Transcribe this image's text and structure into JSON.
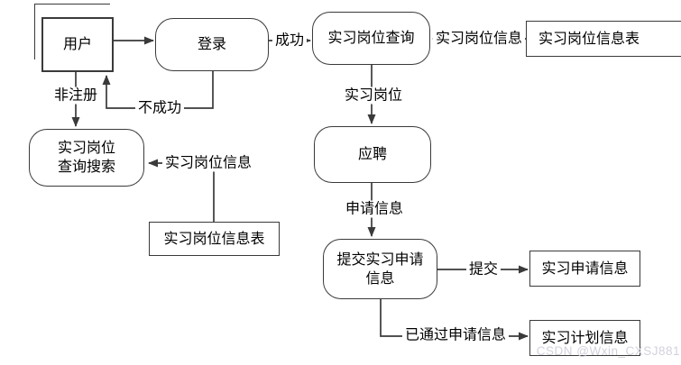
{
  "colors": {
    "background": "#ffffff",
    "line": "#3a3a3a",
    "text": "#000000",
    "watermark": "#d2d2dc"
  },
  "nodes": {
    "user": {
      "label": "用户"
    },
    "login": {
      "label": "登录"
    },
    "job_query": {
      "label": "实习岗位查询"
    },
    "job_info_table_top": {
      "label": "实习岗位信息表"
    },
    "job_query_search": {
      "line1": "实习岗位",
      "line2": "查询搜索"
    },
    "job_info_table_mid": {
      "label": "实习岗位信息表"
    },
    "apply": {
      "label": "应聘"
    },
    "submit_application": {
      "line1": "提交实习申请",
      "line2": "信息"
    },
    "application_info": {
      "label": "实习申请信息"
    },
    "plan_info": {
      "label": "实习计划信息"
    }
  },
  "edge_labels": {
    "success": "成功",
    "unregistered": "非注册",
    "fail": "不成功",
    "job_info_top": "实习岗位信息",
    "job": "实习岗位",
    "job_info_mid": "实习岗位信息",
    "application_info": "申请信息",
    "submit": "提交",
    "approved": "已通过申请信息"
  },
  "watermark": "CSDN @Wxin_CXSJ881"
}
